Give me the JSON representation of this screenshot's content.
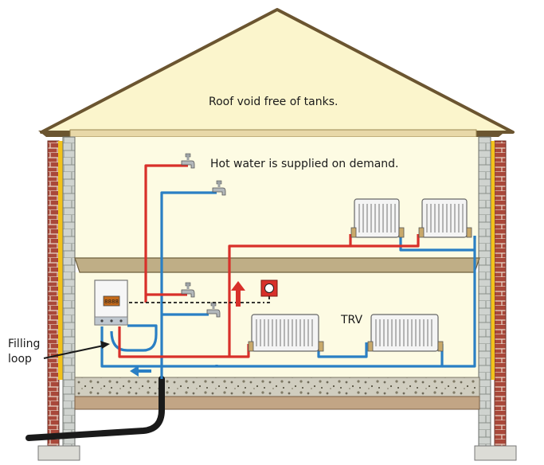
{
  "labels": {
    "roof_void": "Roof void free of tanks.",
    "hot_water": "Hot water is supplied on demand.",
    "trv": "TRV",
    "filling_loop_line1": "Filling",
    "filling_loop_line2": "loop"
  },
  "colors": {
    "hot_pipe": "#d8302a",
    "cold_pipe": "#2a7fc4",
    "roof_fill": "#fbf5cc",
    "roof_edge": "#6b5530",
    "roof_board": "#e8d8a8",
    "wall_fill": "#fdfbe3",
    "brick": "#a9483a",
    "block": "#cfd3cf",
    "insulation": "#f2c21a",
    "floor_joist": "#bfae86",
    "ground_slab": "#c8c4b4",
    "mains_pipe": "#1a1a1a",
    "radiator": "#f4f4f4"
  },
  "icons": [
    "tap-icon",
    "radiator-icon",
    "boiler-icon",
    "thermostat-icon",
    "flow-arrow-icon",
    "filling-loop-pointer-icon"
  ]
}
